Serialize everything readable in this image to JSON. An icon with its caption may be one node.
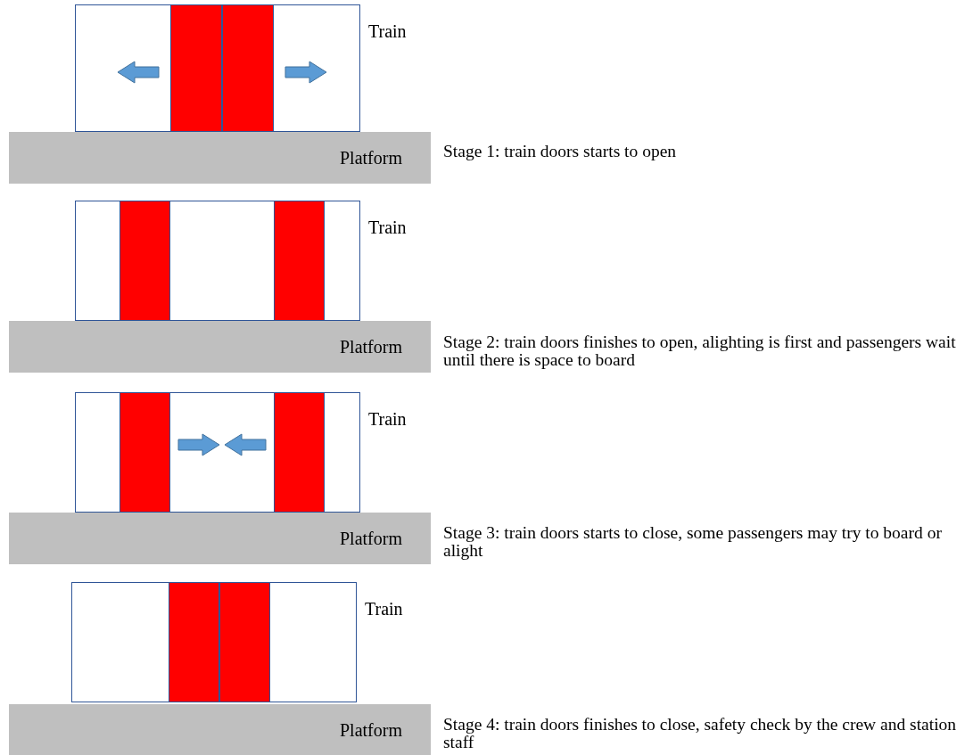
{
  "diagram": {
    "nodes": [
      {
        "text": [
          "Train"
        ]
      },
      {
        "text": [
          "Platform"
        ]
      },
      {
        "text": [
          "Train"
        ]
      },
      {
        "text": [
          "Platform"
        ]
      },
      {
        "text": [
          "Train"
        ]
      },
      {
        "text": [
          "Platform"
        ]
      },
      {
        "text": [
          "Train"
        ]
      },
      {
        "text": [
          "Platform"
        ]
      }
    ],
    "edges": [],
    "labels": [
      "Stage 1: train doors starts to open",
      "Stage 2: train doors finishes to open, alighting is first and passengers wait until there is space to board",
      "Stage 3: train doors starts to close, some passengers may try to board or alight",
      "Stage 4: train doors finishes to close, safety check by the crew and station staff"
    ]
  }
}
